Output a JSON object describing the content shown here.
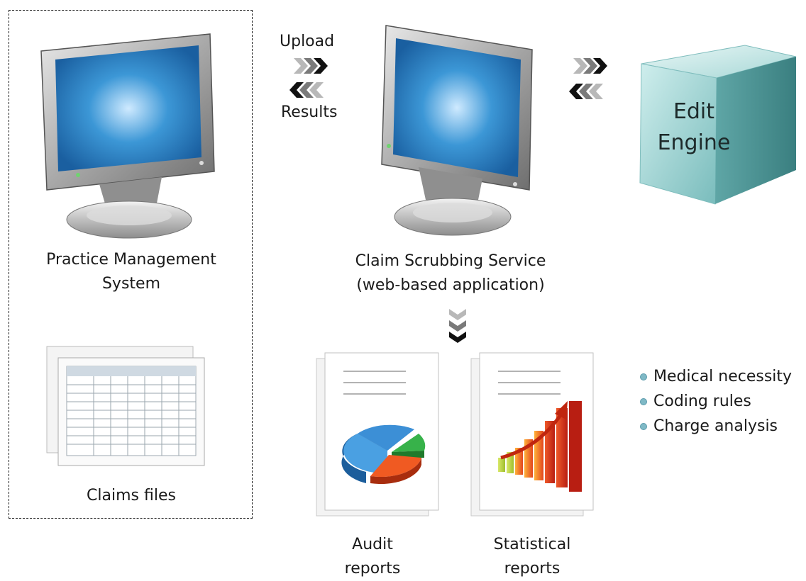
{
  "pms": {
    "line1": "Practice Management",
    "line2": "System"
  },
  "claims_files": "Claims files",
  "arrows": {
    "upload": "Upload",
    "results": "Results"
  },
  "service": {
    "line1": "Claim Scrubbing Service",
    "line2": "(web-based application)"
  },
  "edit_engine": {
    "line1": "Edit",
    "line2": "Engine"
  },
  "audit": {
    "line1": "Audit",
    "line2": "reports"
  },
  "statistical": {
    "line1": "Statistical",
    "line2": "reports"
  },
  "features": [
    "Medical necessity",
    "Coding rules",
    "Charge analysis"
  ],
  "colors": {
    "screen": "#2a7fc4",
    "cube": "#8ccbcb",
    "bullet": "#7fb9c6"
  }
}
